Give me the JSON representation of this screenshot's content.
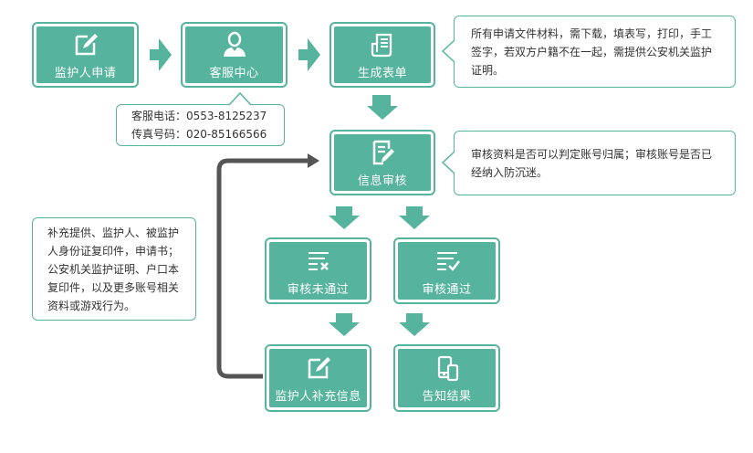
{
  "colors": {
    "primary": "#56b39d",
    "connector": "#555555",
    "text": "#333333"
  },
  "nodes": {
    "apply": {
      "label": "监护人申请",
      "icon": "edit-icon"
    },
    "service": {
      "label": "客服中心",
      "icon": "customer-service-icon"
    },
    "form": {
      "label": "生成表单",
      "icon": "document-icon"
    },
    "review": {
      "label": "信息审核",
      "icon": "review-edit-icon"
    },
    "rejected": {
      "label": "审核未通过",
      "icon": "list-cross-icon"
    },
    "approved": {
      "label": "审核通过",
      "icon": "list-check-icon"
    },
    "supplement": {
      "label": "监护人补充信息",
      "icon": "edit-icon"
    },
    "notify": {
      "label": "告知结果",
      "icon": "devices-icon"
    }
  },
  "callouts": {
    "contact": {
      "lines": [
        "客服电话：0553-8125237",
        "传真号码：020-85166566"
      ]
    },
    "form_note": {
      "text": "所有申请文件材料，需下载，填表写，打印，手工签字，若双方户籍不在一起，需提供公安机关监护证明。"
    },
    "review_note": {
      "text": "审核资料是否可以判定账号归属；审核账号是否已经纳入防沉迷。"
    },
    "supplement_note": {
      "text": "补充提供、监护人、被监护人身份证复印件，申请书；公安机关监护证明、户口本复印件，以及更多账号相关资料或游戏行为。"
    }
  }
}
